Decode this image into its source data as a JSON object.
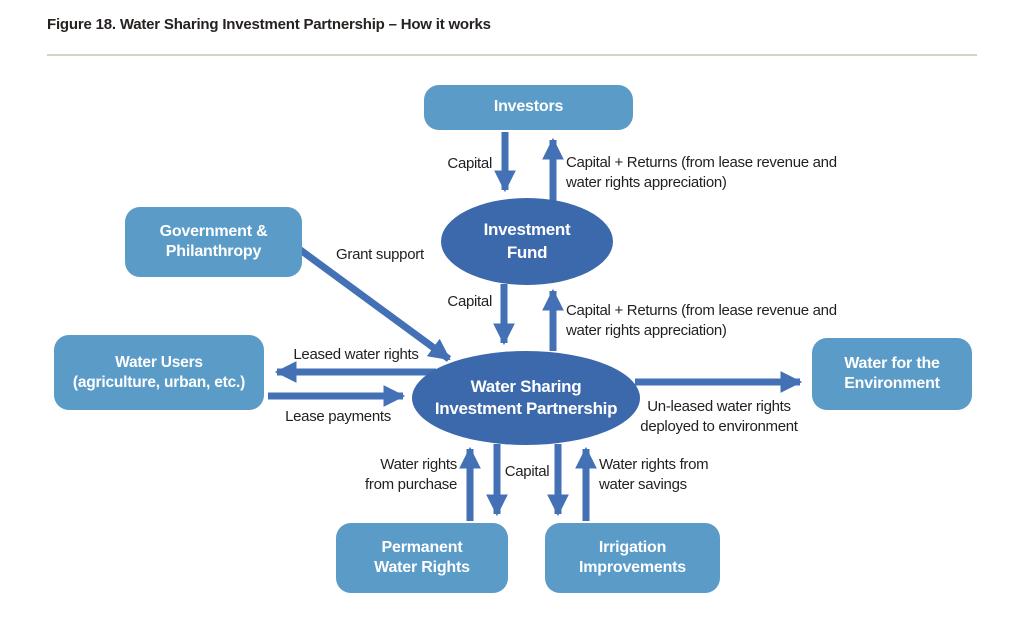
{
  "figure": {
    "title": "Figure 18. Water Sharing Investment Partnership – How it works"
  },
  "colors": {
    "box_fill": "#5B9BC7",
    "ellipse_fill": "#3B69AC",
    "arrow": "#4471B5",
    "label_text": "#231F20",
    "node_text": "#FFFFFF",
    "rule": "#D5D5C5",
    "title_text": "#262220"
  },
  "nodes": {
    "investors": {
      "label": "Investors"
    },
    "government": {
      "line1": "Government &",
      "line2": "Philanthropy"
    },
    "water_users": {
      "line1": "Water Users",
      "line2": "(agriculture, urban, etc.)"
    },
    "investment_fund": {
      "line1": "Investment",
      "line2": "Fund"
    },
    "wsip": {
      "line1": "Water Sharing",
      "line2": "Investment Partnership"
    },
    "environment": {
      "line1": "Water for the",
      "line2": "Environment"
    },
    "permanent_rights": {
      "line1": "Permanent",
      "line2": "Water Rights"
    },
    "irrigation": {
      "line1": "Irrigation",
      "line2": "Improvements"
    }
  },
  "flow_labels": {
    "capital_top": "Capital",
    "capital_returns_top_1": "Capital + Returns (from lease revenue and",
    "capital_returns_top_2": "water rights appreciation)",
    "grant_support": "Grant support",
    "capital_mid": "Capital",
    "capital_returns_mid_1": "Capital + Returns (from lease revenue and",
    "capital_returns_mid_2": "water rights appreciation)",
    "leased_water_rights": "Leased water rights",
    "lease_payments": "Lease payments",
    "unleased_1": "Un-leased water rights",
    "unleased_2": "deployed to environment",
    "rights_purchase_1": "Water rights",
    "rights_purchase_2": "from purchase",
    "capital_bottom": "Capital",
    "rights_savings_1": "Water rights from",
    "rights_savings_2": "water savings"
  }
}
